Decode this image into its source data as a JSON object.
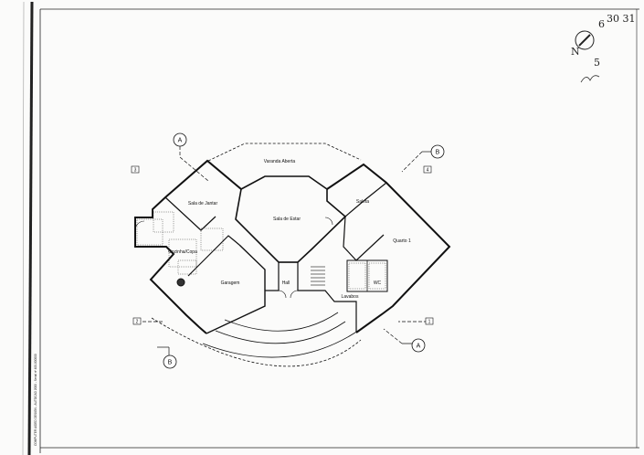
{
  "rooms": {
    "varanda_aberta": "Varanda Aberta",
    "sala_de_jantar": "Sala de Jantar",
    "sala_de_estar": "Sala de Estar",
    "saleta": "Saleta",
    "quarto_1": "Quarto 1",
    "cozinha_copa": "Cozinha/Copa",
    "garagem": "Garagem",
    "hall": "Hall",
    "lavabos": "Lavabos",
    "wc": "WC"
  },
  "section_markers": {
    "a_top": "A",
    "a_bottom": "A",
    "b_top": "B",
    "b_bottom": "B"
  },
  "grid_markers": {
    "g1": "1",
    "g2": "2",
    "g3": "3",
    "g4": "4"
  },
  "side_note": "COMPUTER AIDED DESIGN - AUTOCAD 2000 - Serial nº 400-000000",
  "handwritten": {
    "sheet_numbers": "30 31",
    "page": "6",
    "north": "N",
    "note": "5"
  }
}
